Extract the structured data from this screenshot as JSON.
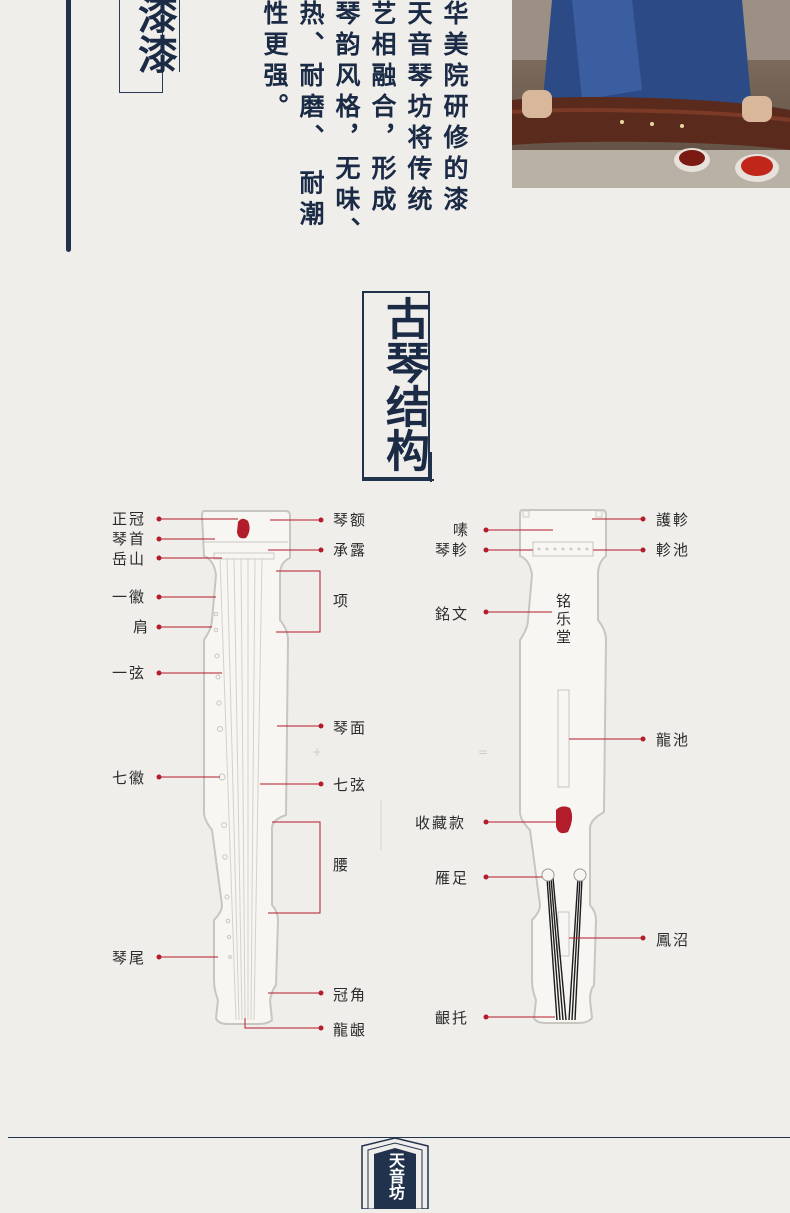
{
  "top_title": "漆漆",
  "body_columns": [
    "华美院研修的漆",
    "天音琴坊将传统",
    "艺相融合，形成",
    "琴韵风格，无味、",
    "热、耐磨、 耐潮",
    "性更强。"
  ],
  "section_title": "古琴结构",
  "front_labels_left": [
    "正冠",
    "琴首",
    "岳山",
    "一徽",
    "肩",
    "一弦",
    "七徽",
    "琴尾"
  ],
  "front_labels_right": [
    "琴额",
    "承露",
    "项",
    "琴面",
    "七弦",
    "腰",
    "冠角",
    "龍龈"
  ],
  "back_labels_left": [
    "嗉",
    "琴軫",
    "銘文",
    "收藏款",
    "雁足",
    "齦托"
  ],
  "back_labels_right": [
    "護軫",
    "軫池",
    "龍池",
    "鳳沼"
  ],
  "inscription": "铭乐堂",
  "footer_seal_text": "天音坊",
  "colors": {
    "navy": "#21324d",
    "accent_red": "#b31c2a",
    "background": "#efeeeb"
  }
}
